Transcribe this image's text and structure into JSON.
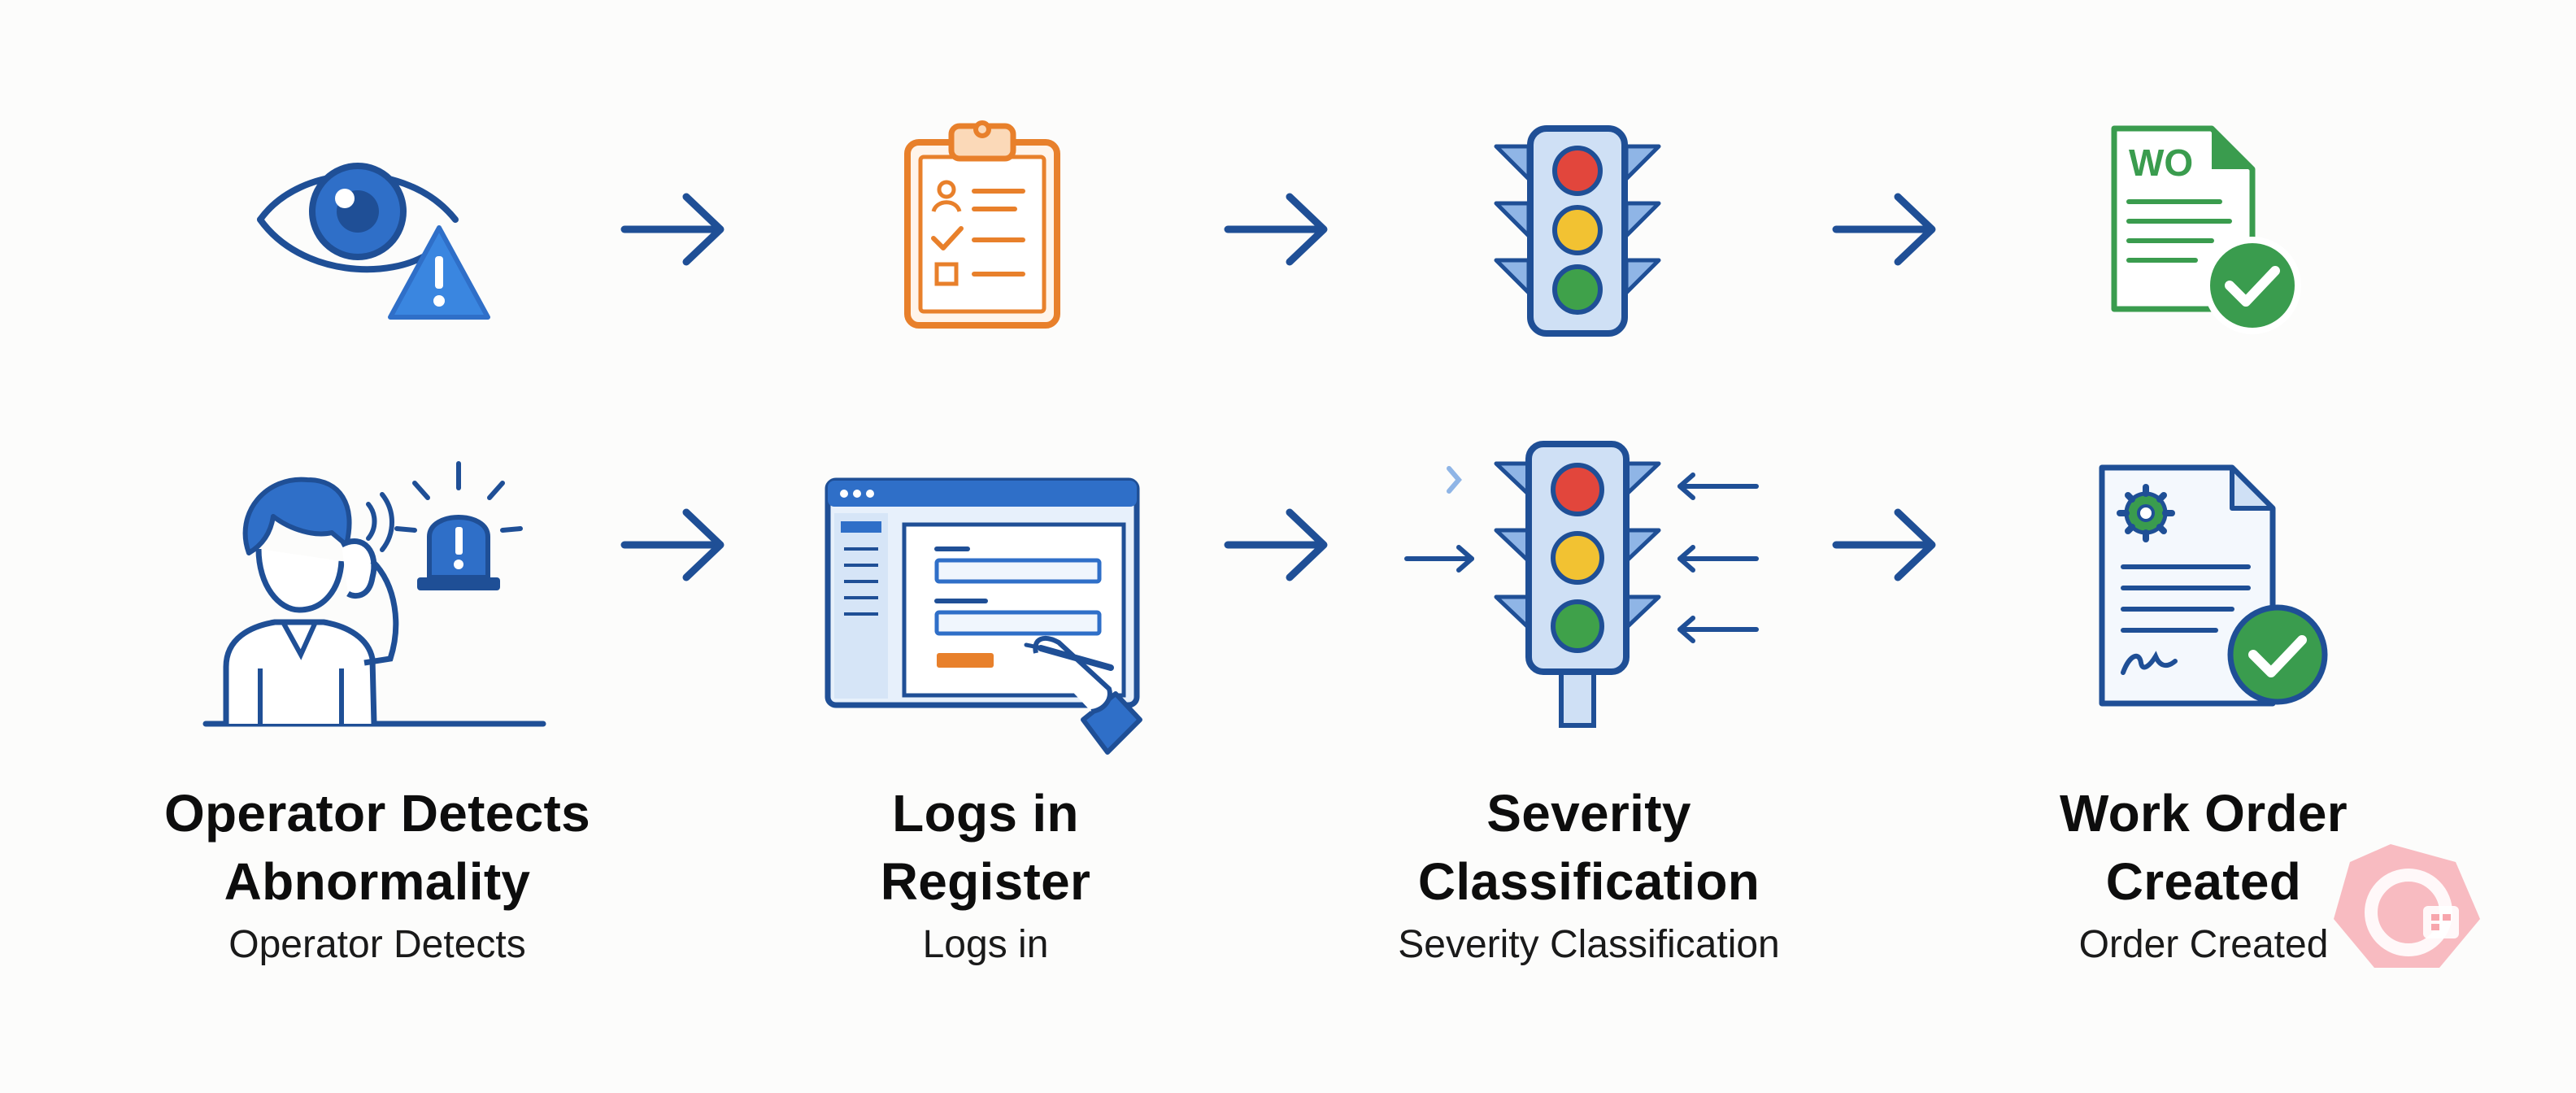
{
  "colors": {
    "blue": "#1f4f96",
    "mid_blue": "#2f6fc8",
    "light_blue": "#cfe0f5",
    "orange": "#e8802b",
    "green": "#3a9c4e",
    "red": "#e2463c",
    "yellow": "#f2c232",
    "light_green": "#3fa14a"
  },
  "top_row": {
    "icons": [
      "eye-alert-icon",
      "clipboard-checklist-icon",
      "traffic-light-icon",
      "work-order-document-icon"
    ],
    "work_order_tag": "WO"
  },
  "bottom_row": {
    "icons": [
      "operator-alarm-icon",
      "register-form-icon",
      "traffic-light-inputs-icon",
      "signed-document-icon"
    ]
  },
  "steps": [
    {
      "title_line1": "Operator Detects",
      "title_line2": "Abnormality",
      "subtitle": "Operator Detects"
    },
    {
      "title_line1": "Logs in",
      "title_line2": "Register",
      "subtitle": "Logs in"
    },
    {
      "title_line1": "Severity",
      "title_line2": "Classification",
      "subtitle": "Severity Classification"
    },
    {
      "title_line1": "Work Order",
      "title_line2": "Created",
      "subtitle": "Order Created"
    }
  ]
}
